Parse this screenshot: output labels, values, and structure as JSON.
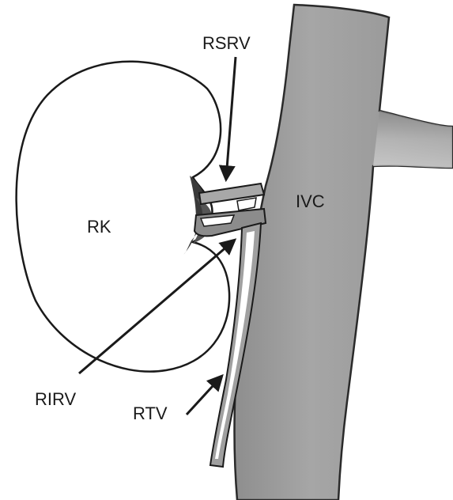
{
  "labels": {
    "kidney": "RK",
    "ivc": "IVC",
    "superior_renal_vein": "RSRV",
    "inferior_renal_vein": "RIRV",
    "testicular_vein": "RTV"
  },
  "colors": {
    "paper": "#ffffff",
    "ink": "#1a1a1a",
    "vein_light": "#c4c4c4",
    "vein_mid": "#9a9a9a",
    "vein_dark": "#6e6e6e"
  }
}
